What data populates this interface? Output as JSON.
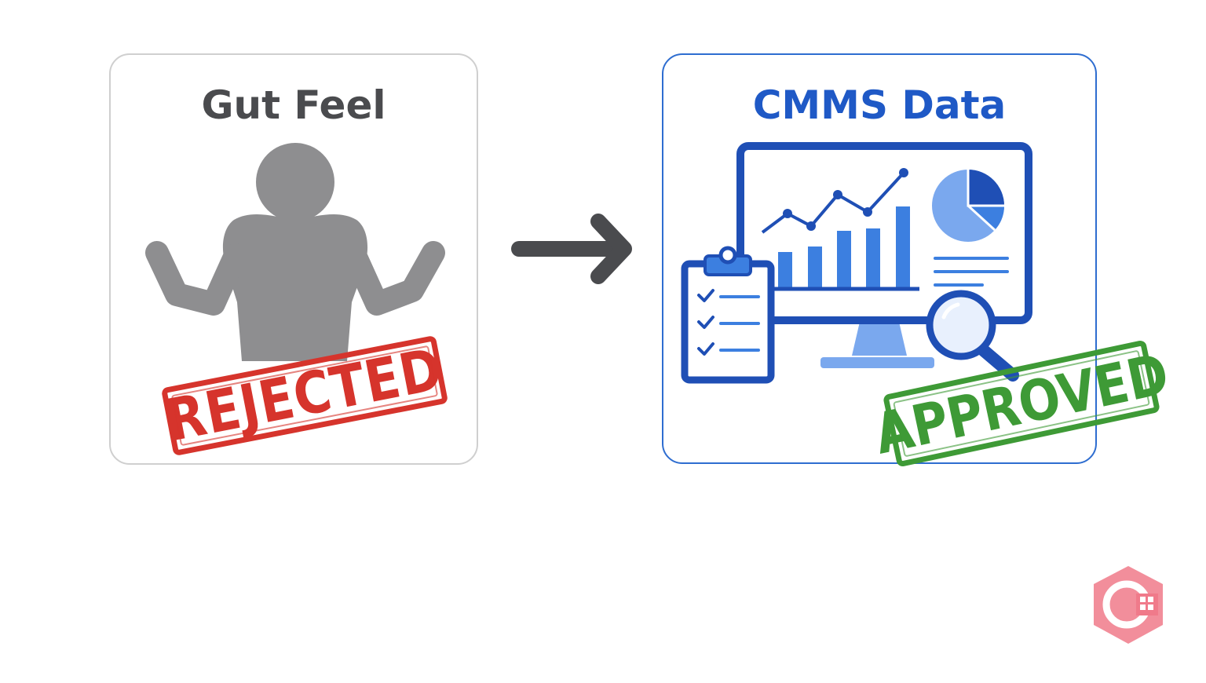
{
  "left_card": {
    "title": "Gut Feel",
    "stamp": "REJECTED"
  },
  "right_card": {
    "title": "CMMS Data",
    "stamp": "APPROVED"
  },
  "colors": {
    "person": "#8e8e90",
    "left_border": "#cfcfcf",
    "right_border": "#2e6dd0",
    "blue_dark": "#1f4fb5",
    "blue_mid": "#3c7fe0",
    "blue_light": "#7aa8ee",
    "rejected": "#d6342c",
    "approved": "#3e9a36",
    "arrow": "#4a4b4e",
    "logo": "#f07a8a"
  },
  "icons": [
    "shrugging-person-icon",
    "arrow-right-icon",
    "monitor-dashboard-icon",
    "clipboard-checklist-icon",
    "magnifier-icon",
    "logo-icon"
  ]
}
